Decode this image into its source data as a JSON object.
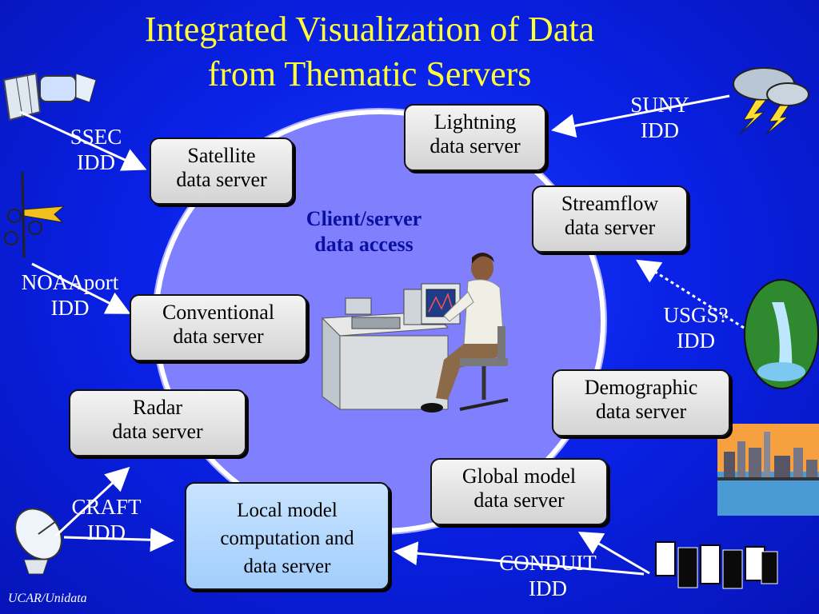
{
  "title": {
    "line1": "Integrated Visualization of Data",
    "line2": "from Thematic Servers"
  },
  "center_label": {
    "line1": "Client/server",
    "line2": "data access"
  },
  "servers": {
    "satellite": {
      "line1": "Satellite",
      "line2": "data server"
    },
    "lightning": {
      "line1": "Lightning",
      "line2": "data server"
    },
    "streamflow": {
      "line1": "Streamflow",
      "line2": "data server"
    },
    "conventional": {
      "line1": "Conventional",
      "line2": "data server"
    },
    "demographic": {
      "line1": "Demographic",
      "line2": "data server"
    },
    "radar": {
      "line1": "Radar",
      "line2": "data server"
    },
    "global_model": {
      "line1": "Global model",
      "line2": "data server"
    },
    "local_model": {
      "line1": "Local model",
      "line2": "computation and",
      "line3": "data server"
    }
  },
  "sources": {
    "ssec": {
      "line1": "SSEC",
      "line2": "IDD"
    },
    "suny": {
      "line1": "SUNY",
      "line2": "IDD"
    },
    "noaaport": {
      "line1": "NOAAport",
      "line2": "IDD"
    },
    "usgs": {
      "line1": "USGS?",
      "line2": "IDD"
    },
    "craft": {
      "line1": "CRAFT",
      "line2": "IDD"
    },
    "conduit": {
      "line1": "CONDUIT",
      "line2": "IDD"
    }
  },
  "footer": "UCAR/Unidata",
  "colors": {
    "background": "#0a22e8",
    "title": "#ffff33",
    "ellipse": "#8080ff",
    "center_text": "#0a10a0",
    "local_model_box": "#b4d8ff"
  }
}
